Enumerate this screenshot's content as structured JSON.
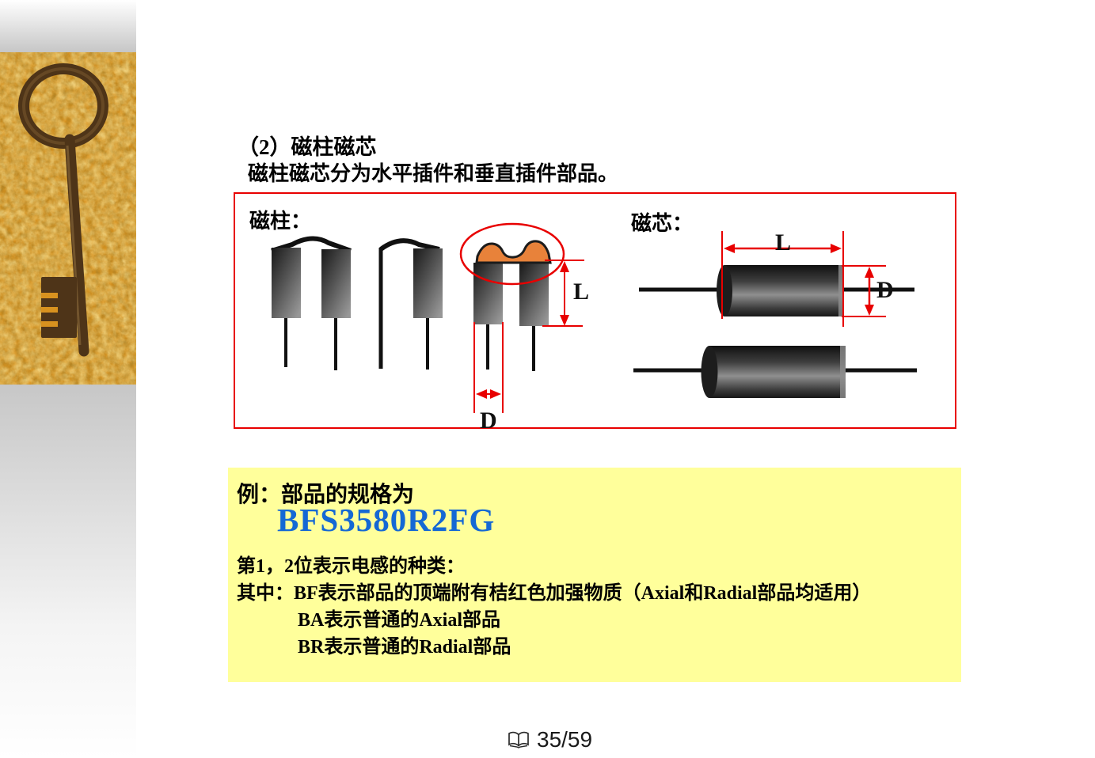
{
  "heading": {
    "line1": "（2）磁柱磁芯",
    "line2": "磁柱磁芯分为水平插件和垂直插件部品。"
  },
  "diagram": {
    "pillar_label": "磁柱：",
    "core_label": "磁芯：",
    "pillar_length_label": "L",
    "pillar_diameter_label": "D",
    "core_length_label": "L",
    "core_diameter_label": "D",
    "border_color": "#e80000",
    "dimension_color": "#e80000",
    "highlight_color": "#e8823a"
  },
  "example_box": {
    "bg_color": "#ffff9b",
    "intro": "例：部品的规格为",
    "part_number": "BFS3580R2FG",
    "part_number_color": "#1568d4",
    "lines": [
      "第1，2位表示电感的种类：",
      "其中：BF表示部品的顶端附有桔红色加强物质（Axial和Radial部品均适用）",
      "BA表示普通的Axial部品",
      "BR表示普通的Radial部品"
    ]
  },
  "footer": {
    "icon": "open-book-icon",
    "page_indicator": "35/59"
  },
  "sidebar": {
    "image_alt": "antique key on orange cork texture"
  }
}
